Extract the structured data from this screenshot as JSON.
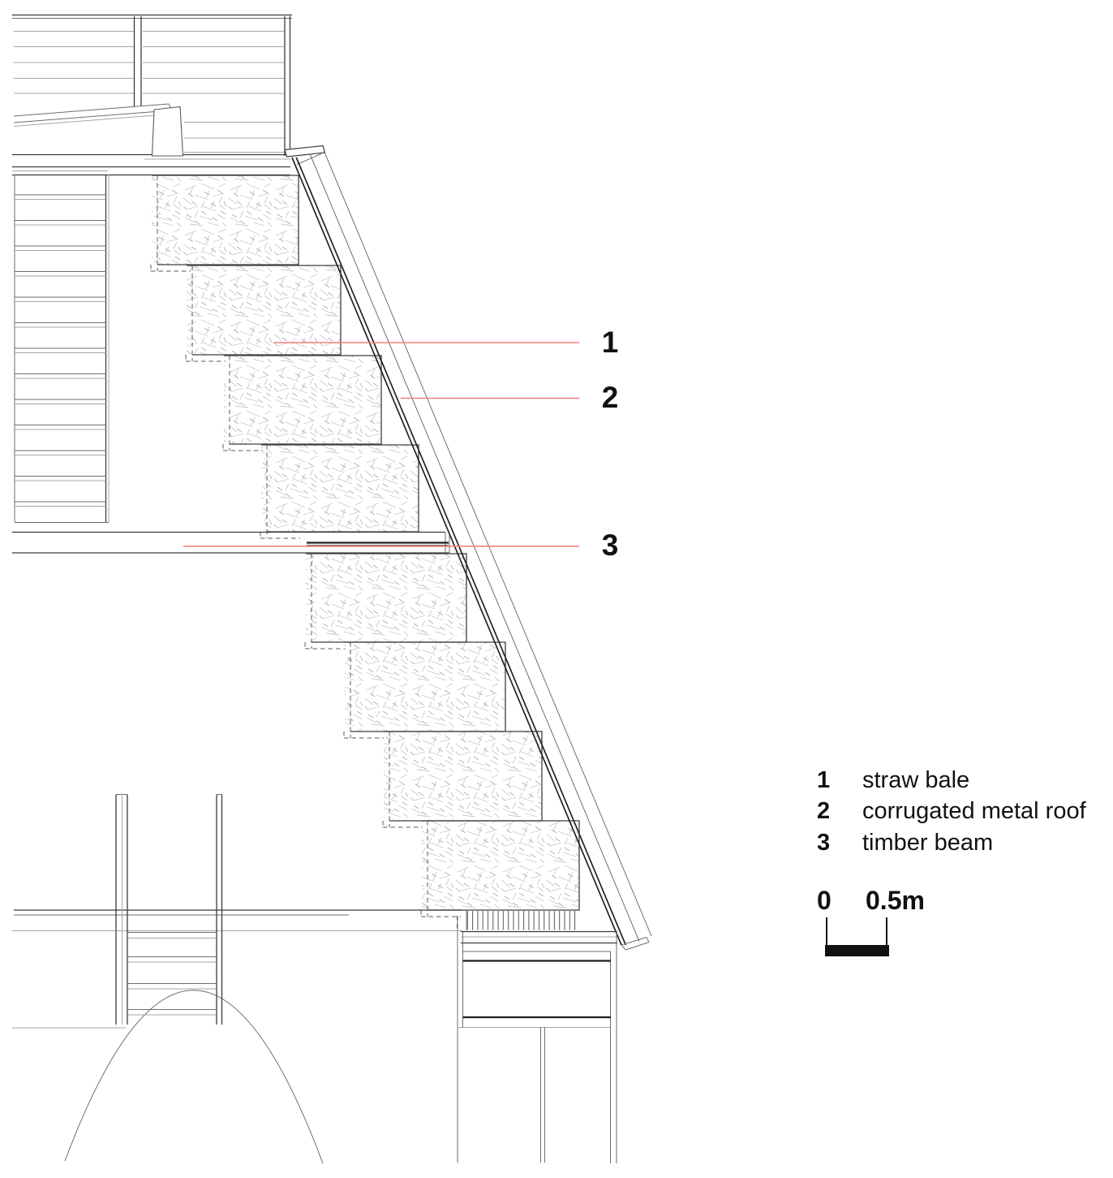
{
  "drawing": {
    "type": "architectural-section-detail",
    "description": "Stepped straw bale roof construction section"
  },
  "callouts": [
    {
      "number": "1",
      "label": "straw bale"
    },
    {
      "number": "2",
      "label": "corrugated metal roof"
    },
    {
      "number": "3",
      "label": "timber beam"
    }
  ],
  "scale": {
    "zero": "0",
    "half": "0.5m"
  },
  "colors": {
    "leader_line": "#ef827a",
    "ink": "#111111",
    "line_grey": "#6e6e6e"
  }
}
